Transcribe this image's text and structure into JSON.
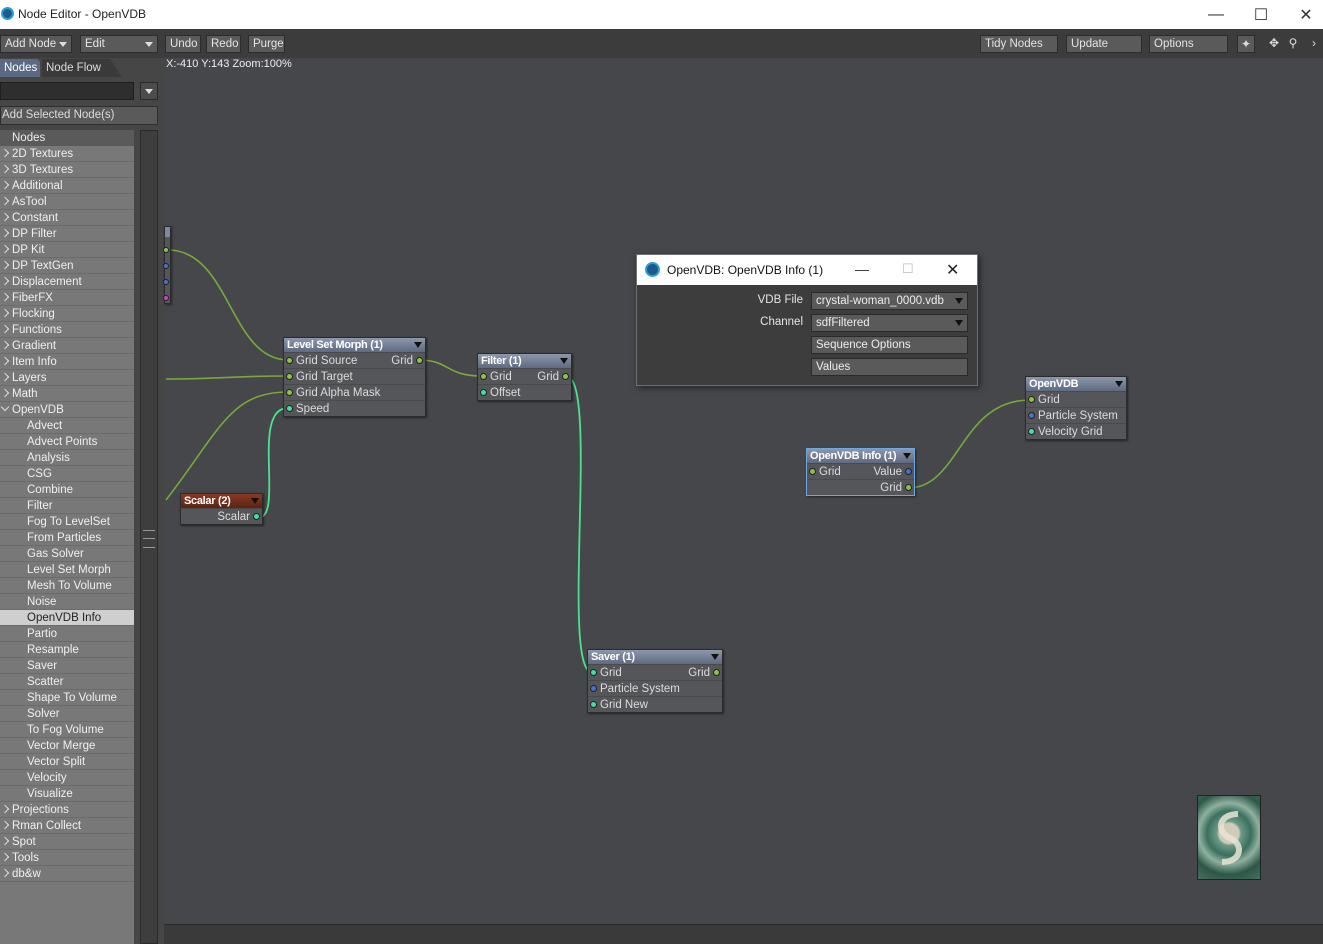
{
  "window": {
    "title": "Node Editor - OpenVDB"
  },
  "toolbar": {
    "add_node": "Add Node",
    "edit": "Edit",
    "undo": "Undo",
    "redo": "Redo",
    "purge": "Purge",
    "tidy_nodes": "Tidy Nodes",
    "update": "Update",
    "options": "Options"
  },
  "tabs": {
    "nodes": "Nodes",
    "node_flow": "Node Flow"
  },
  "search": {
    "value": ""
  },
  "add_selected": "Add Selected Node(s)",
  "list": {
    "header": "Nodes",
    "items": [
      {
        "label": "2D Textures",
        "kind": "cat"
      },
      {
        "label": "3D Textures",
        "kind": "cat"
      },
      {
        "label": "Additional",
        "kind": "cat"
      },
      {
        "label": "AsTool",
        "kind": "cat"
      },
      {
        "label": "Constant",
        "kind": "cat"
      },
      {
        "label": "DP Filter",
        "kind": "cat"
      },
      {
        "label": "DP Kit",
        "kind": "cat"
      },
      {
        "label": "DP TextGen",
        "kind": "cat"
      },
      {
        "label": "Displacement",
        "kind": "cat"
      },
      {
        "label": "FiberFX",
        "kind": "cat"
      },
      {
        "label": "Flocking",
        "kind": "cat"
      },
      {
        "label": "Functions",
        "kind": "cat"
      },
      {
        "label": "Gradient",
        "kind": "cat"
      },
      {
        "label": "Item Info",
        "kind": "cat"
      },
      {
        "label": "Layers",
        "kind": "cat"
      },
      {
        "label": "Math",
        "kind": "cat"
      },
      {
        "label": "OpenVDB",
        "kind": "open"
      },
      {
        "label": "Advect",
        "kind": "sub"
      },
      {
        "label": "Advect Points",
        "kind": "sub"
      },
      {
        "label": "Analysis",
        "kind": "sub"
      },
      {
        "label": "CSG",
        "kind": "sub"
      },
      {
        "label": "Combine",
        "kind": "sub"
      },
      {
        "label": "Filter",
        "kind": "sub"
      },
      {
        "label": "Fog To LevelSet",
        "kind": "sub"
      },
      {
        "label": "From Particles",
        "kind": "sub"
      },
      {
        "label": "Gas Solver",
        "kind": "sub"
      },
      {
        "label": "Level Set Morph",
        "kind": "sub"
      },
      {
        "label": "Mesh To Volume",
        "kind": "sub"
      },
      {
        "label": "Noise",
        "kind": "sub"
      },
      {
        "label": "OpenVDB Info",
        "kind": "sel"
      },
      {
        "label": "Partio",
        "kind": "sub"
      },
      {
        "label": "Resample",
        "kind": "sub"
      },
      {
        "label": "Saver",
        "kind": "sub"
      },
      {
        "label": "Scatter",
        "kind": "sub"
      },
      {
        "label": "Shape To Volume",
        "kind": "sub"
      },
      {
        "label": "Solver",
        "kind": "sub"
      },
      {
        "label": "To Fog Volume",
        "kind": "sub"
      },
      {
        "label": "Vector Merge",
        "kind": "sub"
      },
      {
        "label": "Vector Split",
        "kind": "sub"
      },
      {
        "label": "Velocity",
        "kind": "sub"
      },
      {
        "label": "Visualize",
        "kind": "sub"
      },
      {
        "label": "Projections",
        "kind": "cat"
      },
      {
        "label": "Rman Collect",
        "kind": "cat"
      },
      {
        "label": "Spot",
        "kind": "cat"
      },
      {
        "label": "Tools",
        "kind": "cat"
      },
      {
        "label": "db&w",
        "kind": "cat"
      }
    ]
  },
  "canvas": {
    "coords": "X:-410 Y:143 Zoom:100%"
  },
  "nodes": {
    "lsm": {
      "title": "Level Set Morph (1)",
      "grid_source": "Grid Source",
      "grid_out": "Grid",
      "grid_target": "Grid Target",
      "grid_alpha": "Grid Alpha Mask",
      "speed": "Speed"
    },
    "filter": {
      "title": "Filter (1)",
      "grid": "Grid",
      "grid_out": "Grid",
      "offset": "Offset"
    },
    "scalar": {
      "title": "Scalar (2)",
      "scalar": "Scalar"
    },
    "saver": {
      "title": "Saver (1)",
      "grid": "Grid",
      "grid_out": "Grid",
      "particle": "Particle System",
      "grid_new": "Grid New"
    },
    "info": {
      "title": "OpenVDB Info (1)",
      "grid": "Grid",
      "value": "Value",
      "grid_out": "Grid"
    },
    "openvdb": {
      "title": "OpenVDB",
      "grid": "Grid",
      "particle": "Particle System",
      "velocity": "Velocity Grid"
    }
  },
  "dialog": {
    "title": "OpenVDB: OpenVDB Info (1)",
    "vdb_file_label": "VDB File",
    "vdb_file_value": "crystal-woman_0000.vdb",
    "channel_label": "Channel",
    "channel_value": "sdfFiltered",
    "sequence_options": "Sequence Options",
    "values": "Values"
  },
  "colors": {
    "wire": "#7aa83a",
    "wire_selected": "#4fe08f",
    "scalar_header": "#6b2a17",
    "accent": "#5b6a82"
  }
}
